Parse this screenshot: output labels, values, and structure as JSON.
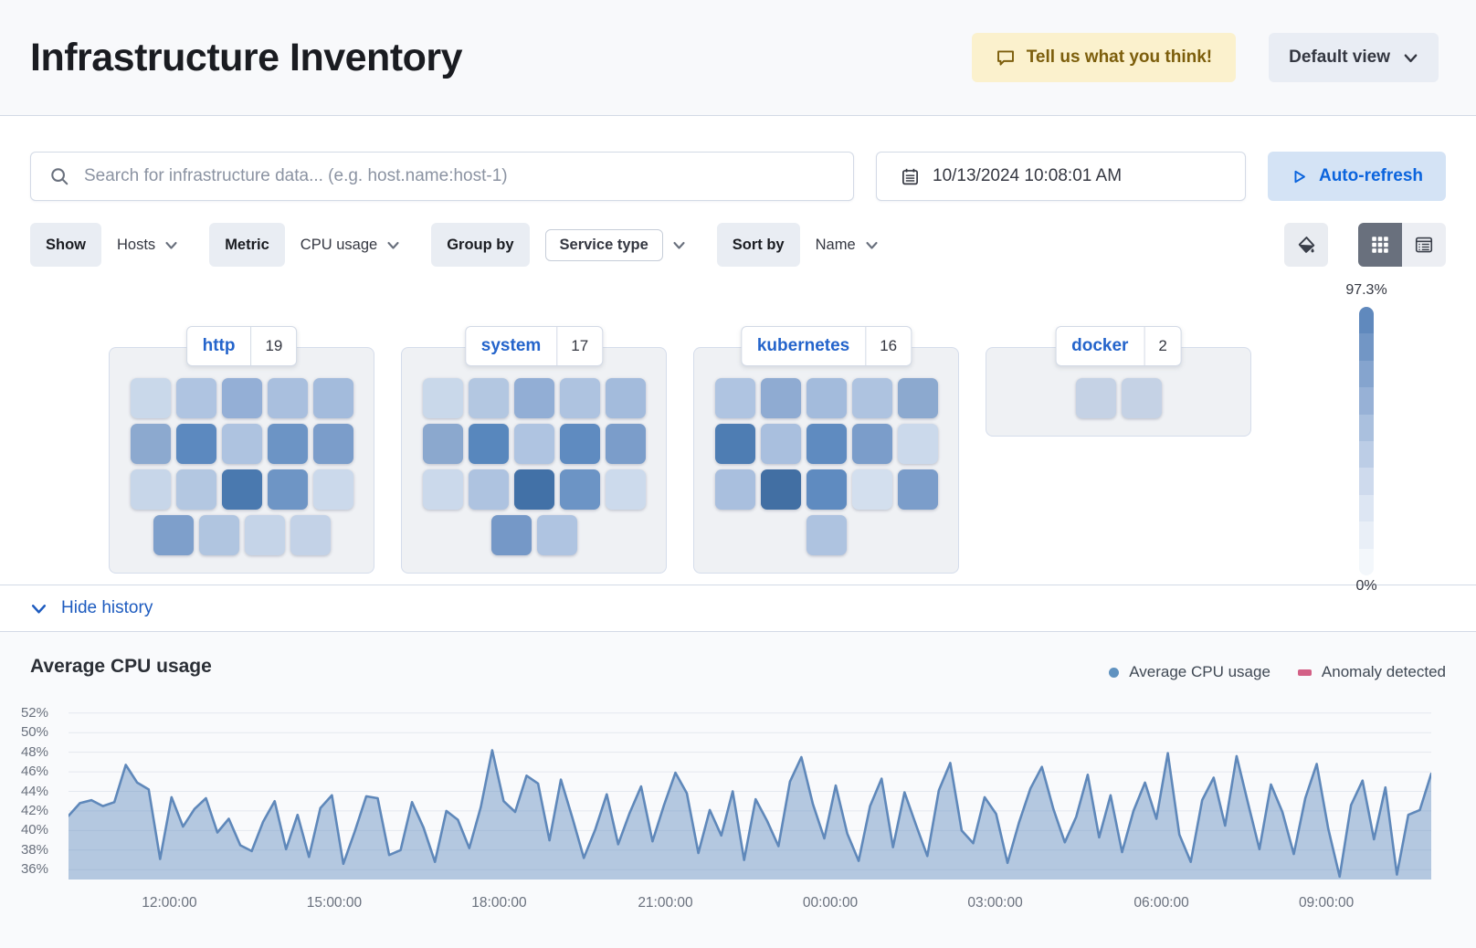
{
  "header": {
    "title": "Infrastructure Inventory",
    "feedback_label": "Tell us what you think!",
    "view_selector": "Default view"
  },
  "toolbar": {
    "search_placeholder": "Search for infrastructure data... (e.g. host.name:host-1)",
    "datetime": "10/13/2024 10:08:01 AM",
    "auto_refresh_label": "Auto-refresh"
  },
  "filters": [
    {
      "label": "Show",
      "value": "Hosts",
      "boxed": false
    },
    {
      "label": "Metric",
      "value": "CPU usage",
      "boxed": false
    },
    {
      "label": "Group by",
      "value": "Service type",
      "boxed": true
    },
    {
      "label": "Sort by",
      "value": "Name",
      "boxed": false
    }
  ],
  "icons": {
    "feedback": "speech-bubble",
    "view_selector": "chevron-down",
    "search": "magnifier",
    "date_picker": "calendar",
    "auto_refresh": "play-outline",
    "color_palette": "paint-bucket",
    "waffle_view": "grid",
    "table_view": "table-list",
    "history_toggle": "chevron-down",
    "filter_chevron": "chevron-down"
  },
  "legend_scale": {
    "max_label": "97.3%",
    "min_label": "0%",
    "steps": [
      "#6089bd",
      "#7296c5",
      "#85a4ce",
      "#97b1d6",
      "#aac0de",
      "#bccde6",
      "#cedaed",
      "#dde6f3",
      "#e9eff7",
      "#f3f7fb"
    ]
  },
  "groups": [
    {
      "name": "http",
      "count": "19",
      "rows": [
        [
          "#c9d8ea",
          "#afc4e1",
          "#94afd6",
          "#a9bfde",
          "#a3bbdc"
        ],
        [
          "#8ca9cf",
          "#5c89bf",
          "#aec3e0",
          "#6c94c5",
          "#7b9dca"
        ],
        [
          "#c7d6e9",
          "#b3c7e1",
          "#4a79af",
          "#6e95c5",
          "#cbd9eb"
        ],
        [
          "#7e9fcb",
          "#b0c5e0",
          "#c5d4e8",
          "#c3d2e7"
        ]
      ]
    },
    {
      "name": "system",
      "count": "17",
      "rows": [
        [
          "#c9d8ea",
          "#b3c7e1",
          "#92aed5",
          "#aec3e0",
          "#a3bbdc"
        ],
        [
          "#8ba8ce",
          "#5887bd",
          "#afc4e1",
          "#5f8bc0",
          "#7b9dca"
        ],
        [
          "#cbd9eb",
          "#aec3e0",
          "#4271a7",
          "#6c94c5",
          "#ccdaec"
        ],
        [
          "#7598c7",
          "#afc4e1"
        ]
      ]
    },
    {
      "name": "kubernetes",
      "count": "16",
      "rows": [
        [
          "#afc4e1",
          "#8fabd2",
          "#a3bbdc",
          "#aec3e0",
          "#8ca9cf"
        ],
        [
          "#4e7db3",
          "#a9bfde",
          "#5f8bc0",
          "#7b9dca",
          "#cbd9eb"
        ],
        [
          "#a9bfde",
          "#426fa3",
          "#5f8bc0",
          "#d3dfee",
          "#7b9dca"
        ],
        [
          "#aec3e0"
        ]
      ]
    },
    {
      "name": "docker",
      "count": "2",
      "rows": [
        [
          "#c5d2e5",
          "#c5d2e5"
        ]
      ]
    }
  ],
  "history": {
    "toggle_label": "Hide history"
  },
  "chart_data": {
    "type": "area",
    "title": "Average CPU usage",
    "xlabel": "",
    "ylabel": "",
    "ylim": [
      35,
      53
    ],
    "grid": true,
    "legend_position": "top-right",
    "line_color": "#5f88ba",
    "fill_color": "rgba(96,140,190,0.45)",
    "legend": [
      {
        "label": "Average CPU usage",
        "marker": "dot",
        "color": "#6092c0"
      },
      {
        "label": "Anomaly detected",
        "marker": "bar",
        "color": "#d36086"
      }
    ],
    "y_ticks": [
      52,
      50,
      48,
      46,
      44,
      42,
      40,
      38,
      36
    ],
    "y_tick_suffix": "%",
    "x_ticks": [
      {
        "label": "12:00:00",
        "f": 0.074
      },
      {
        "label": "15:00:00",
        "f": 0.195
      },
      {
        "label": "18:00:00",
        "f": 0.316
      },
      {
        "label": "21:00:00",
        "f": 0.438
      },
      {
        "label": "00:00:00",
        "f": 0.559
      },
      {
        "label": "03:00:00",
        "f": 0.68
      },
      {
        "label": "06:00:00",
        "f": 0.802
      },
      {
        "label": "09:00:00",
        "f": 0.923
      }
    ],
    "values": [
      41.5,
      42.8,
      43.1,
      42.5,
      42.9,
      46.7,
      44.9,
      44.2,
      37.1,
      43.4,
      40.4,
      42.2,
      43.3,
      39.8,
      41.2,
      38.5,
      37.9,
      40.9,
      43.0,
      38.1,
      41.6,
      37.3,
      42.3,
      43.6,
      36.6,
      39.9,
      43.5,
      43.3,
      37.5,
      38.0,
      42.9,
      40.3,
      36.8,
      42.0,
      41.1,
      38.2,
      42.4,
      48.2,
      43.0,
      41.9,
      45.6,
      44.8,
      39.0,
      45.2,
      41.3,
      37.2,
      40.1,
      43.7,
      38.6,
      41.8,
      44.5,
      38.9,
      42.6,
      45.9,
      43.8,
      37.7,
      42.1,
      39.5,
      44.0,
      37.0,
      43.2,
      41.0,
      38.4,
      45.0,
      47.5,
      42.7,
      39.2,
      44.6,
      39.7,
      36.9,
      42.5,
      45.3,
      38.3,
      43.9,
      40.6,
      37.4,
      44.1,
      46.9,
      40.0,
      38.7,
      43.4,
      41.7,
      36.7,
      40.8,
      44.3,
      46.5,
      42.2,
      38.8,
      41.4,
      45.7,
      39.3,
      43.6,
      37.8,
      42.0,
      44.9,
      41.2,
      47.9,
      39.6,
      36.8,
      43.1,
      45.4,
      40.5,
      47.6,
      42.8,
      38.1,
      44.7,
      41.9,
      37.6,
      43.3,
      46.8,
      40.2,
      35.3,
      42.6,
      45.1,
      39.1,
      44.4,
      35.5,
      41.6,
      42.1,
      45.8
    ]
  }
}
